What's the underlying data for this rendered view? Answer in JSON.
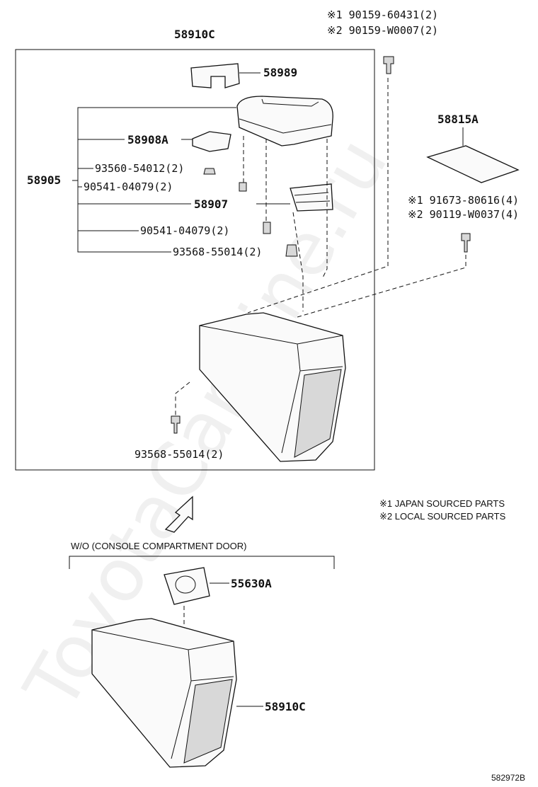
{
  "watermark": "ToyotaCarMine.ru",
  "figure_id": "582972B",
  "assembly": {
    "main_label": "58910C",
    "lid_cushion": "58989",
    "hinge": "58908A",
    "armrest_assy": "58905",
    "lock": "58907",
    "mat": "58815A"
  },
  "fasteners": {
    "top_a": "※1 90159-60431(2)",
    "top_b": "※2 90159-W0007(2)",
    "right_a": "※1 91673-80616(4)",
    "right_b": "※2 90119-W0037(4)",
    "screw_1": "93560-54012(2)",
    "screw_2": "90541-04079(2)",
    "screw_3": "90541-04079(2)",
    "screw_4": "93568-55014(2)",
    "bottom_screw": "93568-55014(2)"
  },
  "legend": {
    "note1": "※1  JAPAN SOURCED PARTS",
    "note2": "※2  LOCAL SOURCED PARTS"
  },
  "variant": {
    "title": "W/O (CONSOLE COMPARTMENT DOOR)",
    "insert": "55630A",
    "box": "58910C"
  }
}
